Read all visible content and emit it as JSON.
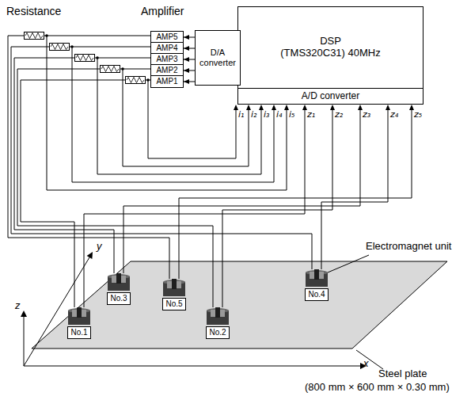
{
  "diagram": {
    "nodes": [
      {
        "text": [
          "DSP",
          "(TMS320C31) 40MHz"
        ]
      },
      {
        "text": [
          "A/D converter"
        ],
        "in": 0
      },
      {
        "text": [
          "D/A converter"
        ]
      },
      {
        "text": [
          "AMP5"
        ]
      },
      {
        "text": [
          "AMP4"
        ]
      },
      {
        "text": [
          "AMP3"
        ]
      },
      {
        "text": [
          "AMP2"
        ]
      },
      {
        "text": [
          "AMP1"
        ]
      },
      {
        "text": [
          "No.3"
        ]
      },
      {
        "text": [
          "No.4"
        ]
      },
      {
        "text": [
          "No.5"
        ]
      },
      {
        "text": [
          "No.1"
        ]
      },
      {
        "text": [
          "No.2"
        ]
      }
    ],
    "edges": [
      {
        "from": 2,
        "to": 3,
        "arrow": "to"
      },
      {
        "from": 2,
        "to": 4,
        "arrow": "to"
      },
      {
        "from": 2,
        "to": 5,
        "arrow": "to"
      },
      {
        "from": 2,
        "to": 6,
        "arrow": "to"
      },
      {
        "from": 2,
        "to": 7,
        "arrow": "to"
      }
    ],
    "labels": [
      "Resistance",
      "Amplifier",
      "i₁",
      "i₂",
      "i₃",
      "i₄",
      "i₅",
      "z₁",
      "z₂",
      "z₃",
      "z₄",
      "z₅",
      "x",
      "y",
      "z",
      "Electromagnet unit",
      "Steel plate",
      "(800 mm × 600 mm × 0.30 mm)"
    ]
  }
}
